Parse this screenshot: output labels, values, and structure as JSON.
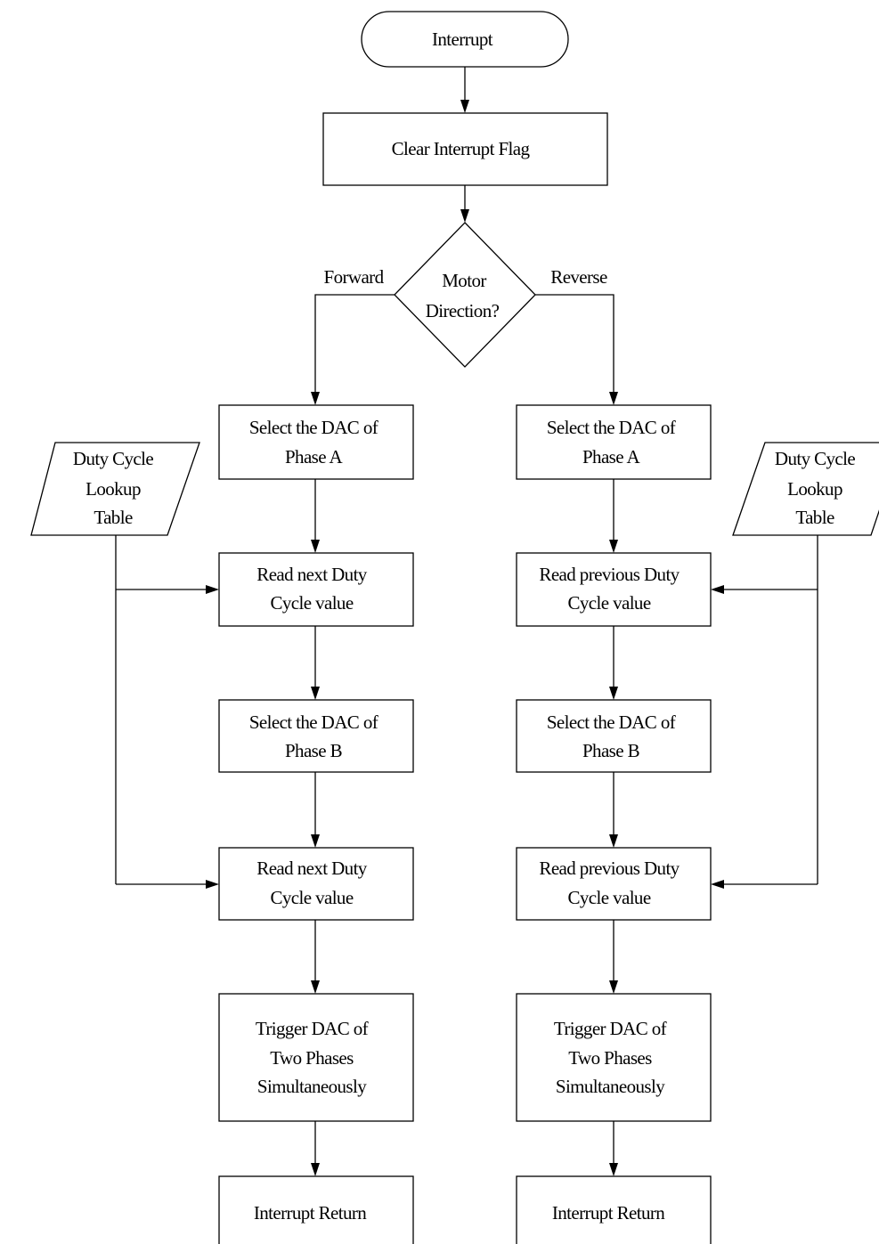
{
  "terminals": {
    "start": "Interrupt"
  },
  "processes": {
    "clear_flag": "Clear Interrupt Flag"
  },
  "decision": {
    "line1": "Motor",
    "line2": "Direction?",
    "forward_label": "Forward",
    "reverse_label": "Reverse"
  },
  "forward_branch": {
    "select_a": [
      "Select the DAC of",
      "Phase A"
    ],
    "read_1": [
      "Read next Duty",
      "Cycle value"
    ],
    "select_b": [
      "Select the DAC of",
      "Phase B"
    ],
    "read_2": [
      "Read next Duty",
      "Cycle value"
    ],
    "trigger": [
      "Trigger DAC of",
      "Two Phases",
      "Simultaneously"
    ],
    "return": "Interrupt Return"
  },
  "reverse_branch": {
    "select_a": [
      "Select the DAC of",
      "Phase A"
    ],
    "read_1": [
      "Read previous Duty",
      "Cycle value"
    ],
    "select_b": [
      "Select the DAC of",
      "Phase B"
    ],
    "read_2": [
      "Read previous Duty",
      "Cycle value"
    ],
    "trigger": [
      "Trigger DAC of",
      "Two Phases",
      "Simultaneously"
    ],
    "return": "Interrupt Return"
  },
  "lookup_tables": {
    "left": [
      "Duty Cycle",
      "Lookup",
      "Table"
    ],
    "right": [
      "Duty Cycle",
      "Lookup",
      "Table"
    ]
  }
}
